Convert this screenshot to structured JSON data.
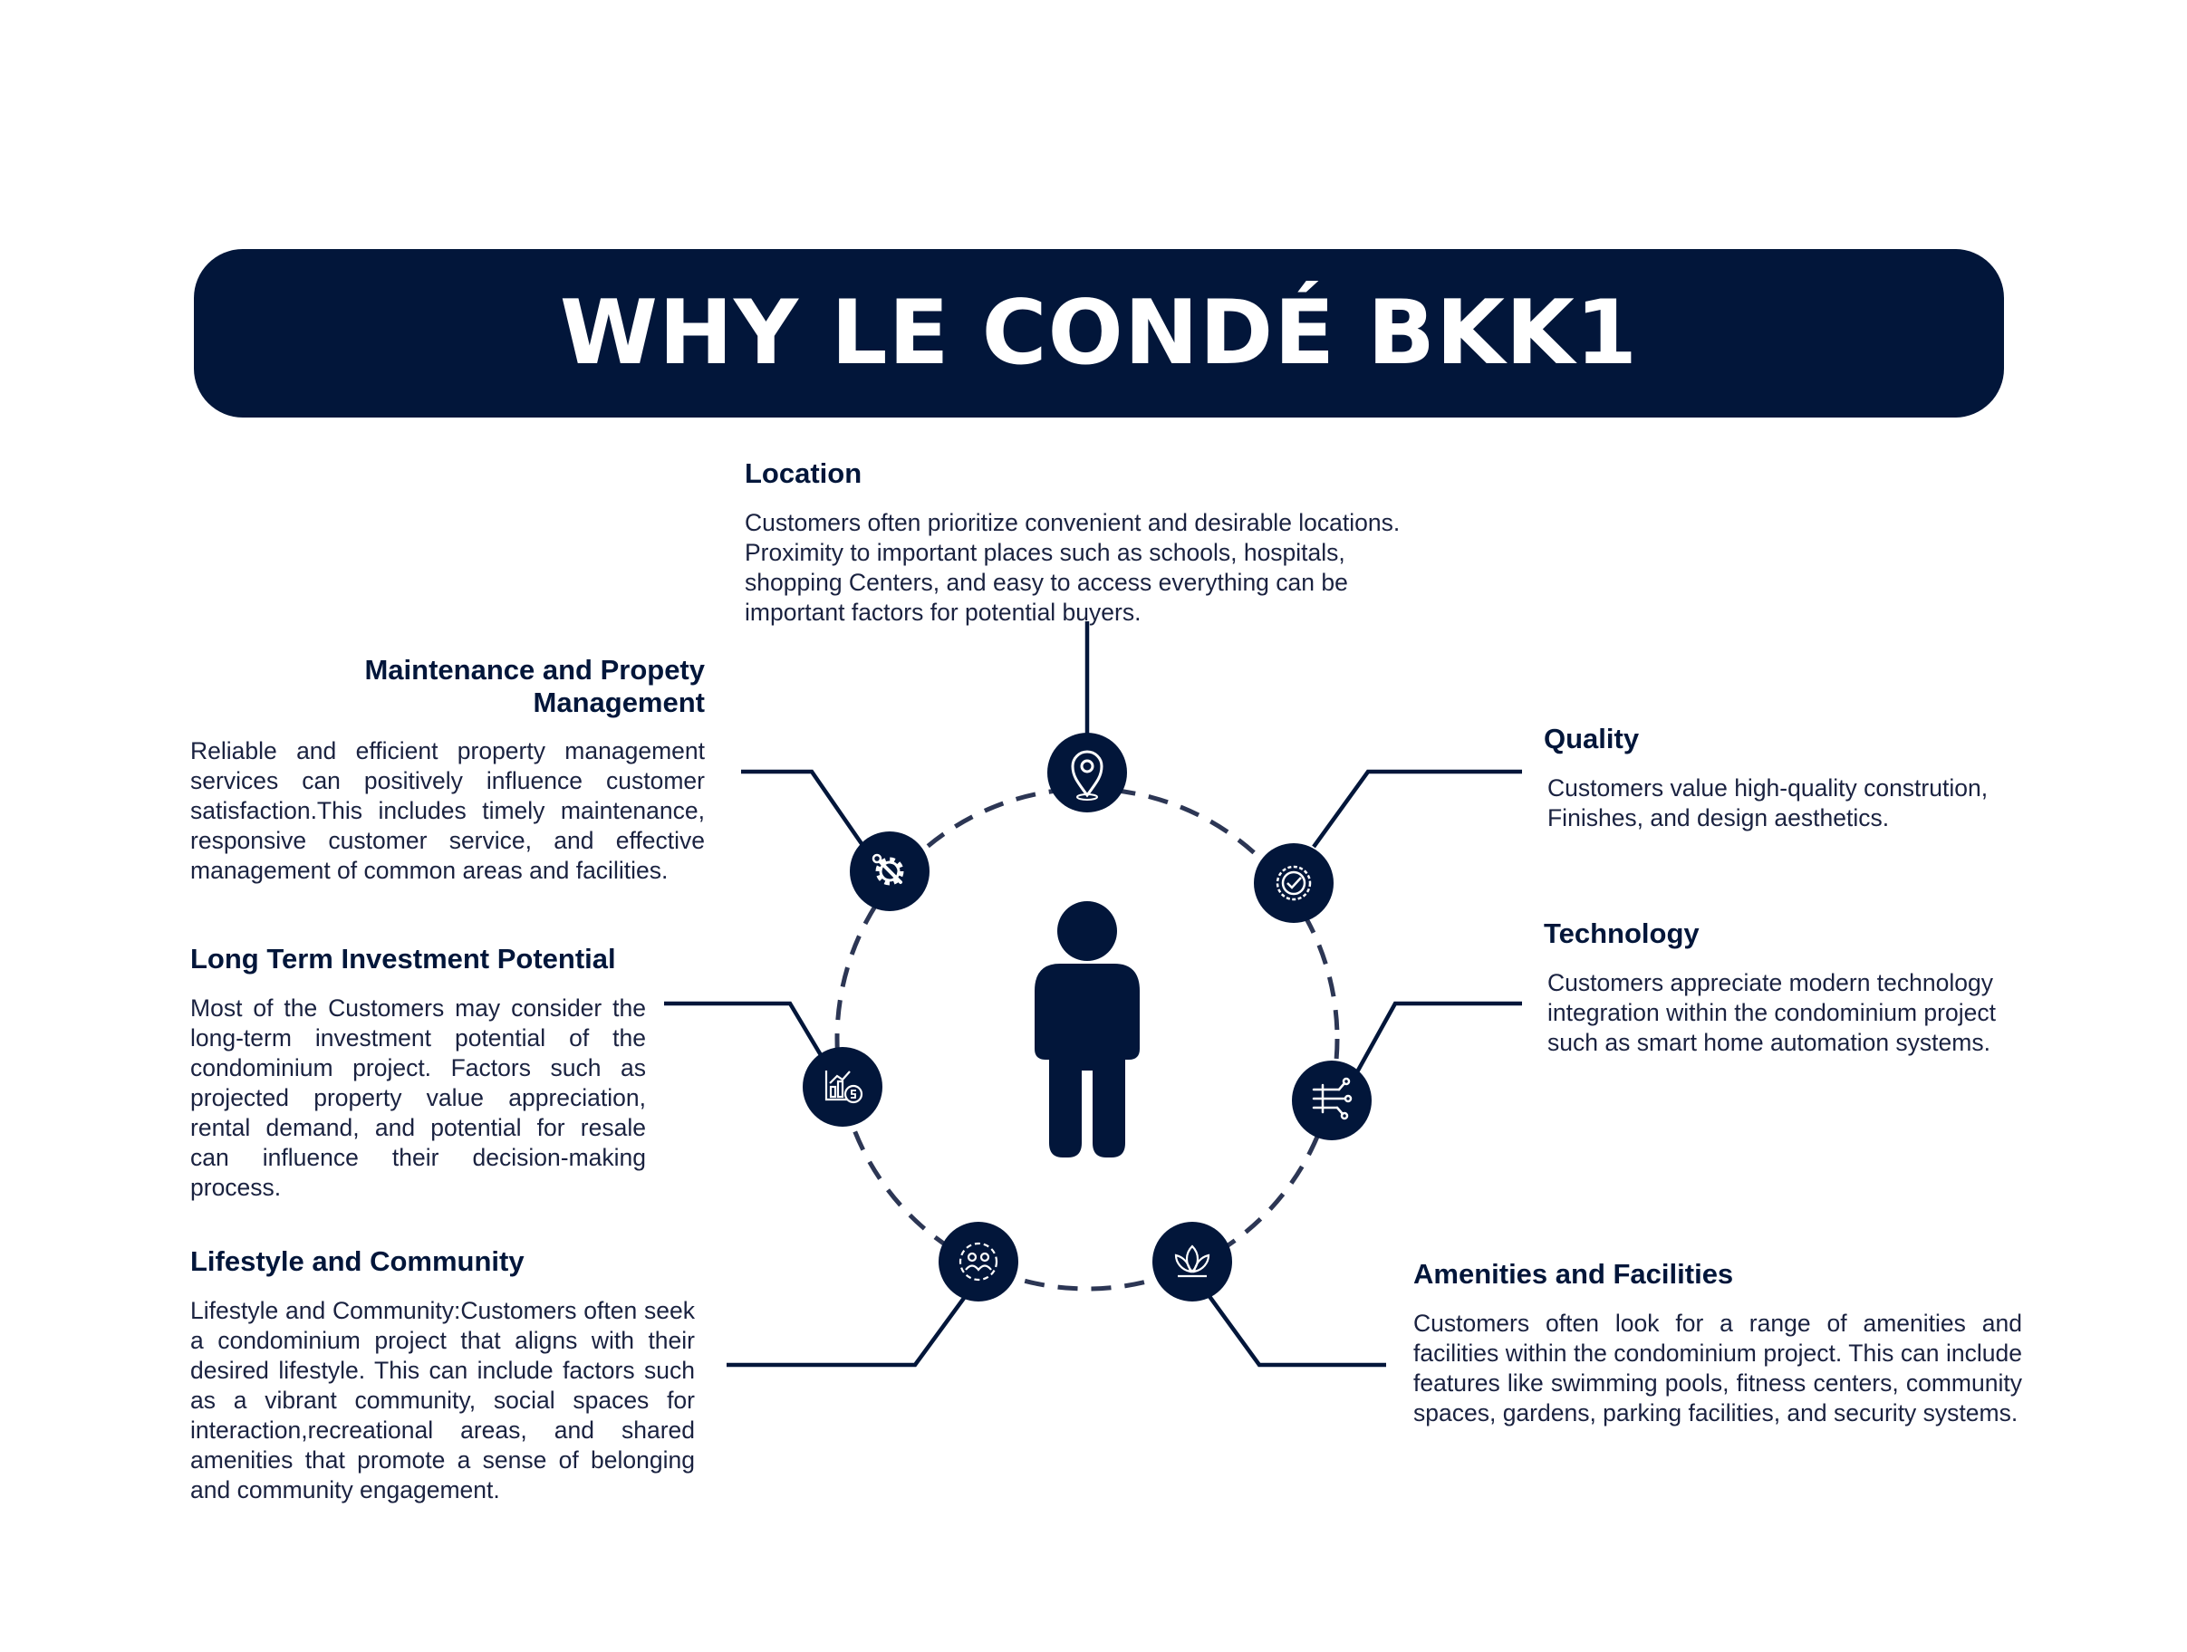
{
  "title": "WHY LE CONDÉ BKK1",
  "colors": {
    "navy": "#02163a",
    "icon_line": "#ffffff",
    "dash": "#2c3654"
  },
  "factors": {
    "location": {
      "heading": "Location",
      "text": "Customers often prioritize convenient and desirable locations. Proximity to important places such as schools, hospitals, shopping Centers, and easy to access everything can be important factors for potential buyers.",
      "icon": "map-pin-icon"
    },
    "maintenance": {
      "heading": "Maintenance and Propety Management",
      "text": "Reliable and efficient property management services can positively influence customer satisfaction.This includes timely maintenance, responsive customer service, and effective management of common areas and facilities.",
      "icon": "gear-wrench-icon"
    },
    "quality": {
      "heading": "Quality",
      "text": "Customers value high-quality constrution, Finishes, and design aesthetics.",
      "icon": "quality-badge-icon"
    },
    "technology": {
      "heading": "Technology",
      "text": "Customers appreciate modern technology integration within the condominium project such as smart home automation systems.",
      "icon": "circuit-icon"
    },
    "investment": {
      "heading": "Long Term Investment Potential",
      "text": "Most of the Customers may consider the long-term investment potential of the condominium project. Factors such as projected property value appreciation, rental demand, and potential for resale can influence their decision-making process.",
      "icon": "investment-chart-icon"
    },
    "lifestyle": {
      "heading": "Lifestyle and Community",
      "text": "Lifestyle and Community:Customers often seek a condominium project that aligns with their desired lifestyle. This can include factors such as a vibrant community, social spaces for interaction,recreational areas, and shared amenities that promote a sense of belonging and community engagement.",
      "icon": "community-icon"
    },
    "amenities": {
      "heading": "Amenities and Facilities",
      "text": "Customers often look for a range of amenities and facilities within the condominium project. This can include features like swimming pools, fitness centers, community spaces, gardens, parking facilities, and security systems.",
      "icon": "lotus-icon"
    }
  },
  "center_icon": "person-icon"
}
